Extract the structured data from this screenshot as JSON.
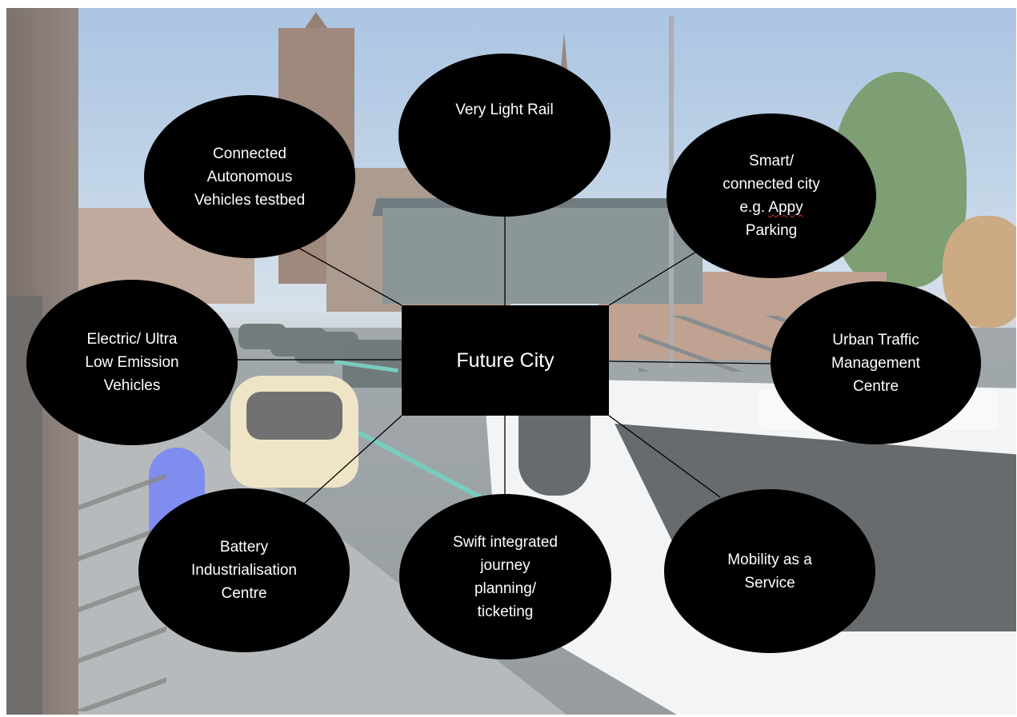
{
  "hub": {
    "label": "Future City"
  },
  "nodes": [
    {
      "id": "cav",
      "label": "Connected\nAutonomous\nVehicles testbed"
    },
    {
      "id": "vlr",
      "label": "Very Light Rail"
    },
    {
      "id": "smart",
      "label_prefix": "Smart/\nconnected city\ne.g. ",
      "label_flagged": "Appy",
      "label_suffix": "\nParking"
    },
    {
      "id": "ev",
      "label": "Electric/ Ultra\nLow Emission\nVehicles"
    },
    {
      "id": "utmc",
      "label": "Urban Traffic\nManagement\nCentre"
    },
    {
      "id": "battery",
      "label": "Battery\nIndustrialisation\nCentre"
    },
    {
      "id": "swift",
      "label": "Swift integrated\njourney\nplanning/\nticketing"
    },
    {
      "id": "maas",
      "label": "Mobility as a\nService"
    }
  ],
  "colors": {
    "node_fill": "#000000",
    "node_text": "#ffffff",
    "connector": "#000000",
    "spellcheck_underline": "#d03030"
  }
}
